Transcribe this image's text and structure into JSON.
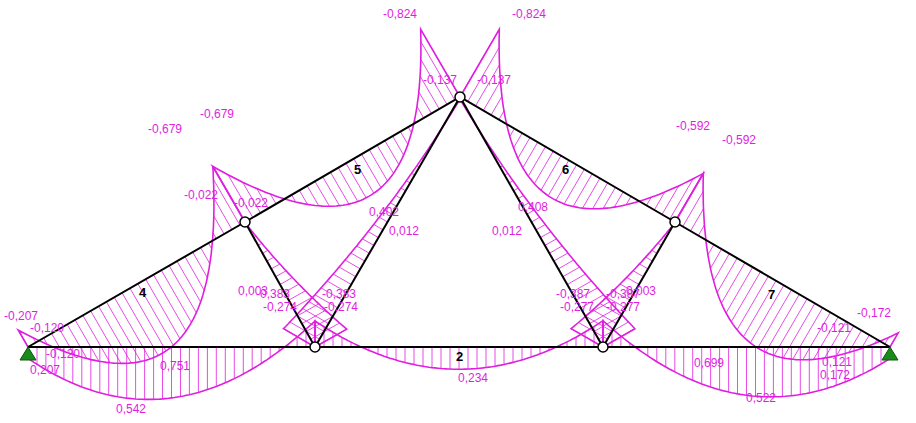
{
  "diagram": {
    "labels": [
      "-0,824",
      "-0,824",
      "-0,137",
      "-0,137",
      "-0,679",
      "-0,679",
      "-0,022",
      "-0,022",
      "-0,592",
      "-0,592",
      "5",
      "6",
      "0,402",
      "0,408",
      "0,012",
      "0,012",
      "4",
      "7",
      "0,003",
      "-0,383",
      "-0,274",
      "-0,383",
      "-0,274",
      "-0,387",
      "-0,277",
      "-0,387",
      "-0,277",
      "0,003",
      "-0,207",
      "-0,120",
      "-0,120",
      "0,207",
      "0,751",
      "0,542",
      "2",
      "0,234",
      "-0,172",
      "-0,121",
      "0,121",
      "0,172",
      "0,699",
      "0,522"
    ]
  }
}
